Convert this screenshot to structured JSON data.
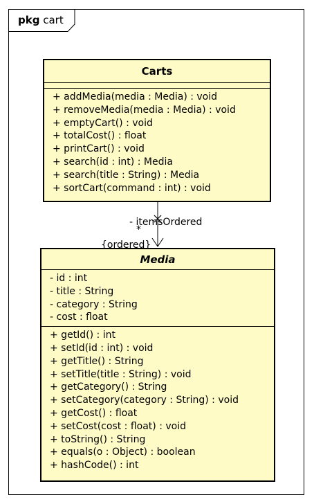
{
  "package": {
    "keyword": "pkg",
    "name": "cart"
  },
  "classes": {
    "carts": {
      "name": "Carts",
      "attributes": [],
      "operations": [
        "+ addMedia(media : Media) : void",
        "+ removeMedia(media : Media) : void",
        "+ emptyCart() : void",
        "+ totalCost() : float",
        "+ printCart() : void",
        "+ search(id : int) : Media",
        "+ search(title : String) : Media",
        "+ sortCart(command : int) : void"
      ]
    },
    "media": {
      "name": "Media",
      "abstract": true,
      "attributes": [
        "- id : int",
        "- title : String",
        "- category : String",
        "- cost : float"
      ],
      "operations": [
        "+ getId() : int",
        "+ setId(id : int) : void",
        "+ getTitle() : String",
        "+ setTitle(title : String) : void",
        "+ getCategory() : String",
        "+ setCategory(category : String) : void",
        "+ getCost() : float",
        "+ setCost(cost : float) : void",
        "+ toString() : String",
        "+ equals(o : Object) : boolean",
        "+ hashCode() : int"
      ]
    }
  },
  "association": {
    "role": "- itemsOrdered",
    "multiplicity": "*",
    "constraint": "{ordered}"
  }
}
